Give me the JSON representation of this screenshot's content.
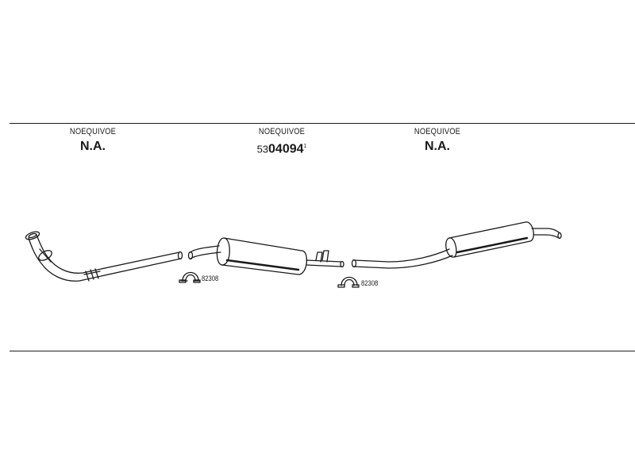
{
  "parts": [
    {
      "equivalent": "NOEQUIVOE",
      "code": "N.A."
    },
    {
      "equivalent": "NOEQUIVOE",
      "code_prefix": "53",
      "code_main": "04094",
      "code_suffix": "1"
    },
    {
      "equivalent": "NOEQUIVOE",
      "code": "N.A."
    }
  ],
  "clamps": [
    {
      "code": "82308"
    },
    {
      "code": "82308"
    }
  ]
}
